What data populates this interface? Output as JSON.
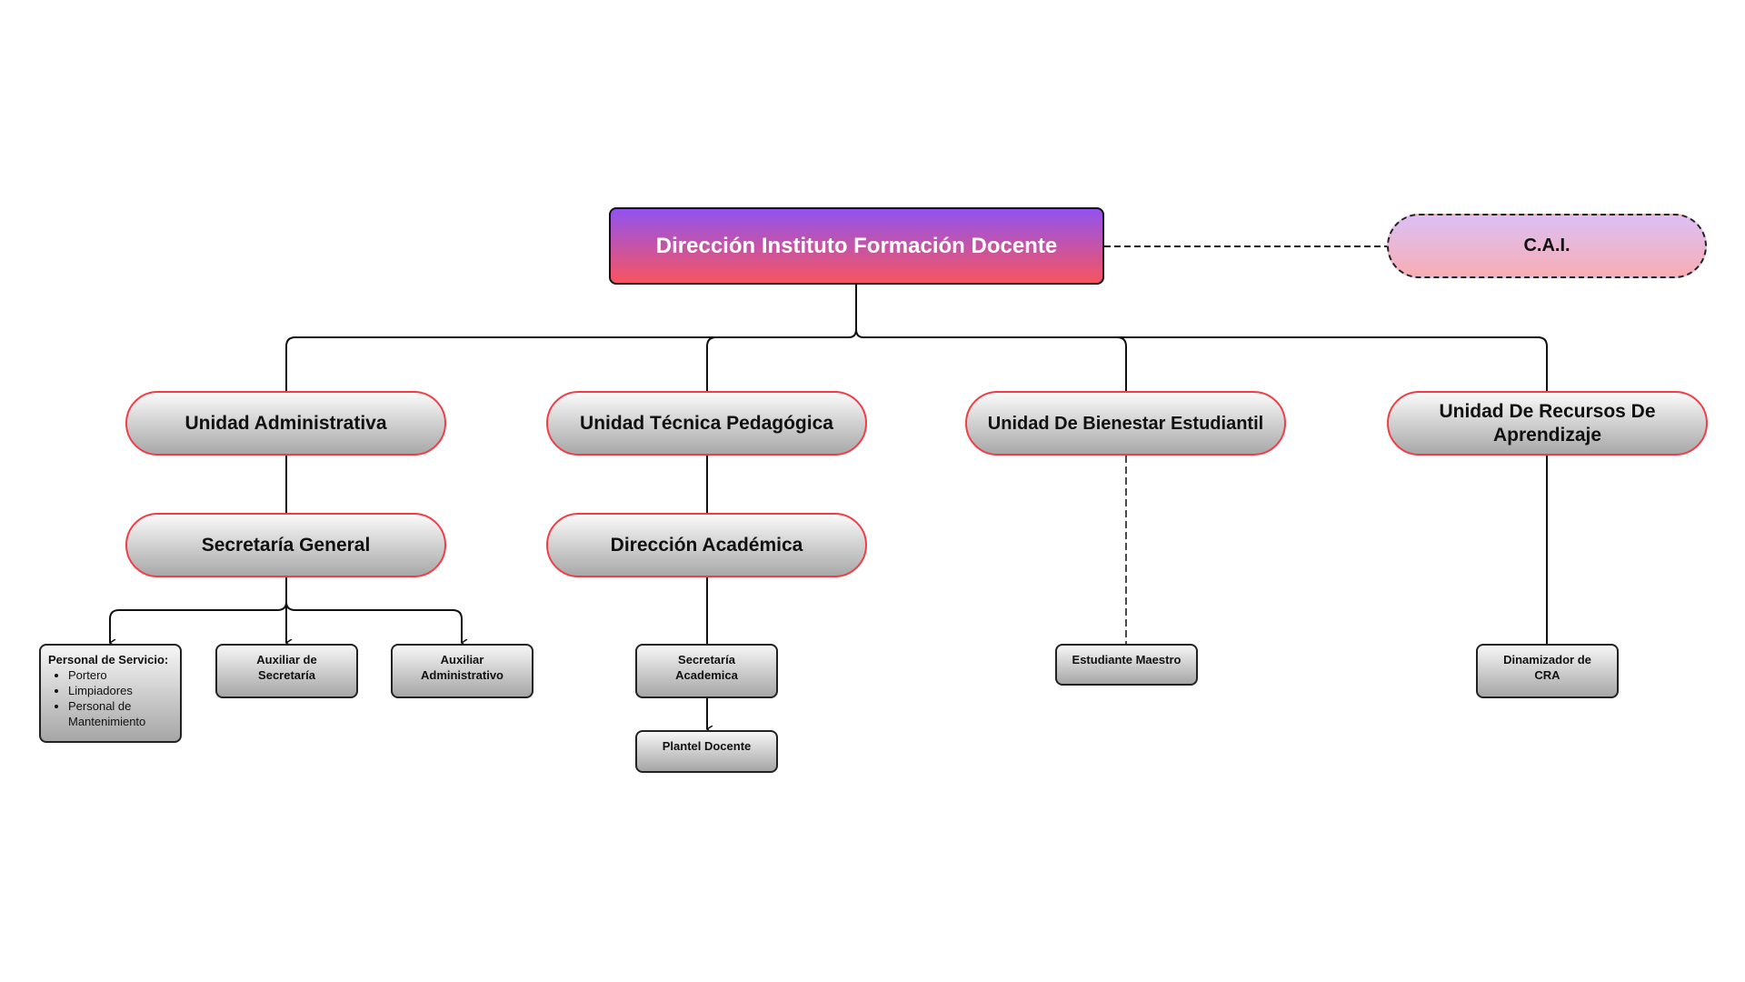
{
  "root": {
    "label": "Dirección Instituto Formación Docente"
  },
  "cai": {
    "label": "C.A.I."
  },
  "units": [
    {
      "label": "Unidad Administrativa"
    },
    {
      "label": "Unidad Técnica Pedagógica"
    },
    {
      "label": "Unidad De Bienestar Estudiantil"
    },
    {
      "label": "Unidad De Recursos De Aprendizaje"
    }
  ],
  "level2": [
    {
      "label": "Secretaría General"
    },
    {
      "label": "Dirección Académica"
    }
  ],
  "staff": {
    "personal": {
      "title": "Personal de Servicio:",
      "items": [
        "Portero",
        "Limpiadores",
        "Personal de Mantenimiento"
      ]
    },
    "aux_secretaria": "Auxiliar de Secretaría",
    "aux_admin": "Auxiliar Administrativo",
    "secretaria_academica": "Secretaría Academica",
    "plantel": "Plantel Docente",
    "estudiante": "Estudiante Maestro",
    "dinamizador": "Dinamizador de CRA"
  },
  "colors": {
    "accent_border": "#f23c46",
    "root_top": "#9153f0",
    "root_bottom": "#f7545f"
  }
}
